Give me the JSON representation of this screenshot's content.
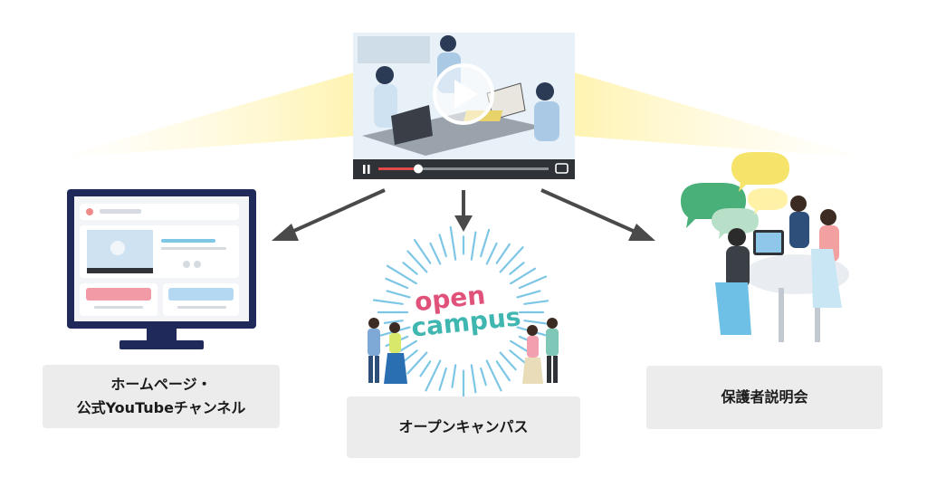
{
  "center_video": {
    "icon": "play-icon"
  },
  "nodes": [
    {
      "line1": "ホームページ・",
      "line2": "公式YouTubeチャンネル"
    },
    {
      "label": "オープンキャンパス"
    },
    {
      "label": "保護者説明会"
    }
  ],
  "open_campus_logo": {
    "word1": "open",
    "word2": "campus"
  },
  "colors": {
    "label_bg": "#ececec",
    "monitor_frame": "#1f2a5a",
    "arrow": "#4a4a4a",
    "glow": "#fff3b0",
    "burst": "#7ec6e6",
    "logo_pink": "#e0527a",
    "logo_teal": "#3fb7b0",
    "progress_red": "#e24a4a"
  }
}
